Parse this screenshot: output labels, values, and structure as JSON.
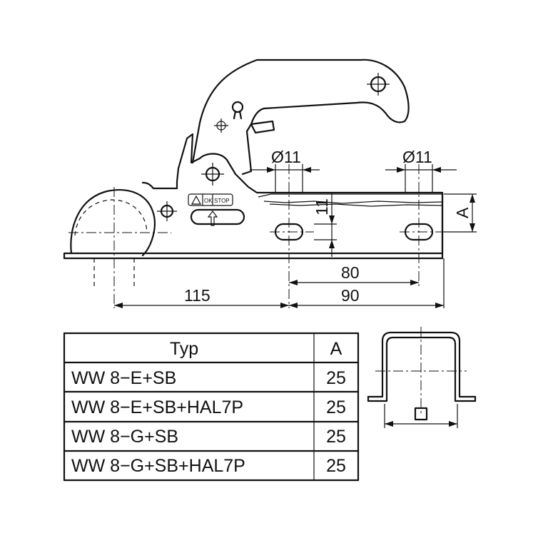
{
  "dimensions": {
    "hole_dia_left": "Ø11",
    "hole_dia_right": "Ø11",
    "vertical_11": "11",
    "dim_80": "80",
    "dim_90": "90",
    "dim_115": "115",
    "dim_a": "A"
  },
  "warning_label": {
    "ok": "OK",
    "stop": "STOP"
  },
  "table": {
    "headers": [
      "Typ",
      "A"
    ],
    "rows": [
      [
        "WW  8−E+SB",
        "25"
      ],
      [
        "WW  8−E+SB+HAL7P",
        "25"
      ],
      [
        "WW  8−G+SB",
        "25"
      ],
      [
        "WW  8−G+SB+HAL7P",
        "25"
      ]
    ]
  }
}
